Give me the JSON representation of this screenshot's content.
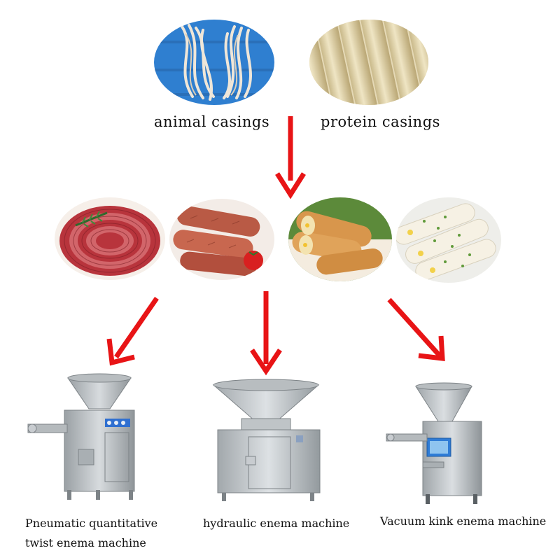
{
  "casings": {
    "animal_label": "animal casings",
    "protein_label": "protein casings"
  },
  "sausages": {
    "items": [
      "coiled sausage",
      "grilled sausages",
      "corn sausages",
      "vegetable sausages"
    ]
  },
  "machines": {
    "pneumatic_label_line1": "Pneumatic quantitative",
    "pneumatic_label_line2": "twist enema machine",
    "hydraulic_label": "hydraulic enema machine",
    "vacuum_label": "Vacuum kink enema machine"
  },
  "colors": {
    "arrow": "#e81416",
    "steel": "#c9cdd0",
    "steel_dark": "#8f9599",
    "background": "#ffffff"
  },
  "icons": [
    "down-arrow-icon",
    "diagonal-arrow-icon"
  ]
}
